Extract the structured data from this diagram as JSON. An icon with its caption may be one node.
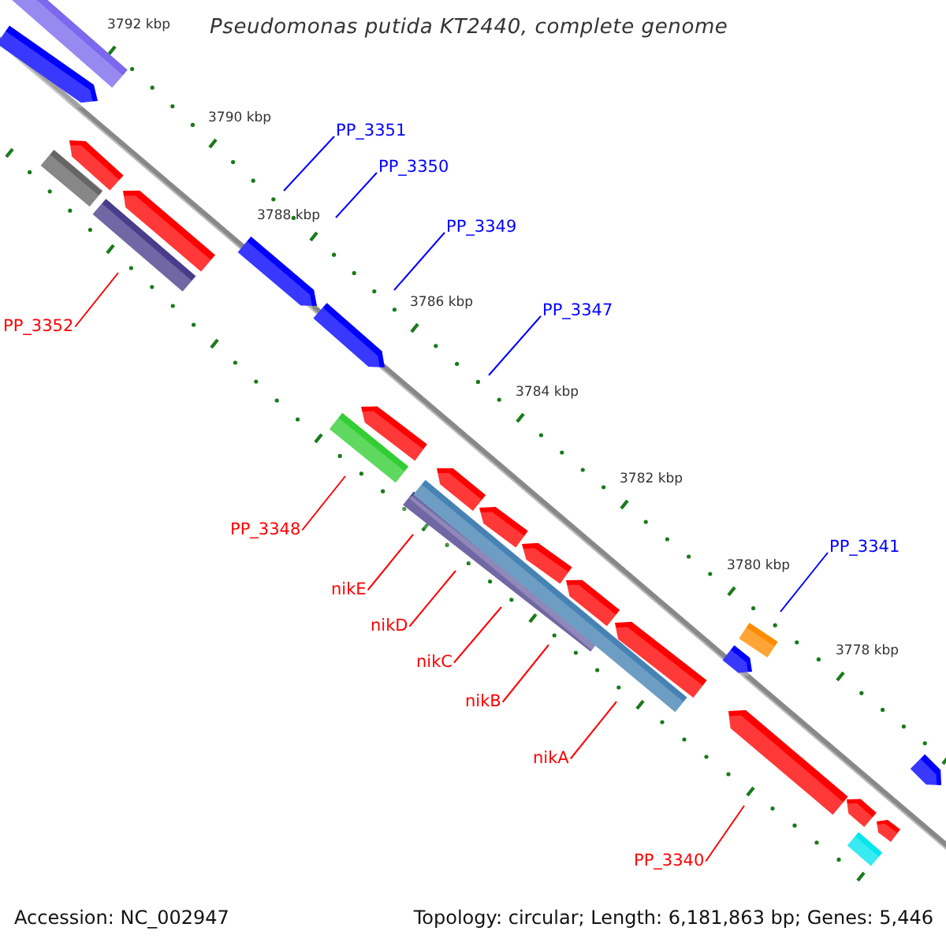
{
  "diagram": {
    "title": "Pseudomonas putida KT2440, complete genome",
    "nodes": [
      {
        "text": [
          "PP_3351"
        ]
      },
      {
        "text": [
          "PP_3350"
        ]
      },
      {
        "text": [
          "PP_3349"
        ]
      },
      {
        "text": [
          "PP_3347"
        ]
      },
      {
        "text": [
          "PP_3341"
        ]
      },
      {
        "text": [
          "PP_3352"
        ]
      },
      {
        "text": [
          "PP_3348"
        ]
      },
      {
        "text": [
          "nikE"
        ]
      },
      {
        "text": [
          "nikD"
        ]
      },
      {
        "text": [
          "nikC"
        ]
      },
      {
        "text": [
          "nikB"
        ]
      },
      {
        "text": [
          "nikA"
        ]
      },
      {
        "text": [
          "PP_3340"
        ]
      }
    ],
    "edges": [
      {
        "from": 0,
        "to": null,
        "arrow": "none",
        "color": "#0000ff"
      },
      {
        "from": 1,
        "to": null,
        "arrow": "none",
        "color": "#0000ff"
      },
      {
        "from": 2,
        "to": null,
        "arrow": "none",
        "color": "#0000ff"
      },
      {
        "from": 3,
        "to": null,
        "arrow": "none",
        "color": "#0000ff"
      },
      {
        "from": 4,
        "to": null,
        "arrow": "none",
        "color": "#0000ff"
      },
      {
        "from": 5,
        "to": null,
        "arrow": "none"
      },
      {
        "from": 6,
        "to": null,
        "arrow": "none"
      },
      {
        "from": 7,
        "to": null,
        "arrow": "none"
      },
      {
        "from": 8,
        "to": null,
        "arrow": "none"
      },
      {
        "from": 9,
        "to": null,
        "arrow": "none"
      },
      {
        "from": 10,
        "to": null,
        "arrow": "none"
      },
      {
        "from": 11,
        "to": null,
        "arrow": "none"
      },
      {
        "from": 12,
        "to": null,
        "arrow": "none"
      }
    ],
    "labels": [
      "3792 kbp",
      "3790 kbp",
      "3788 kbp",
      "3786 kbp",
      "3784 kbp",
      "3782 kbp",
      "3780 kbp",
      "3778 kbp",
      "Accession: NC_002947",
      "Topology: circular; Length: 6,181,863 bp; Genes: 5,446"
    ]
  }
}
